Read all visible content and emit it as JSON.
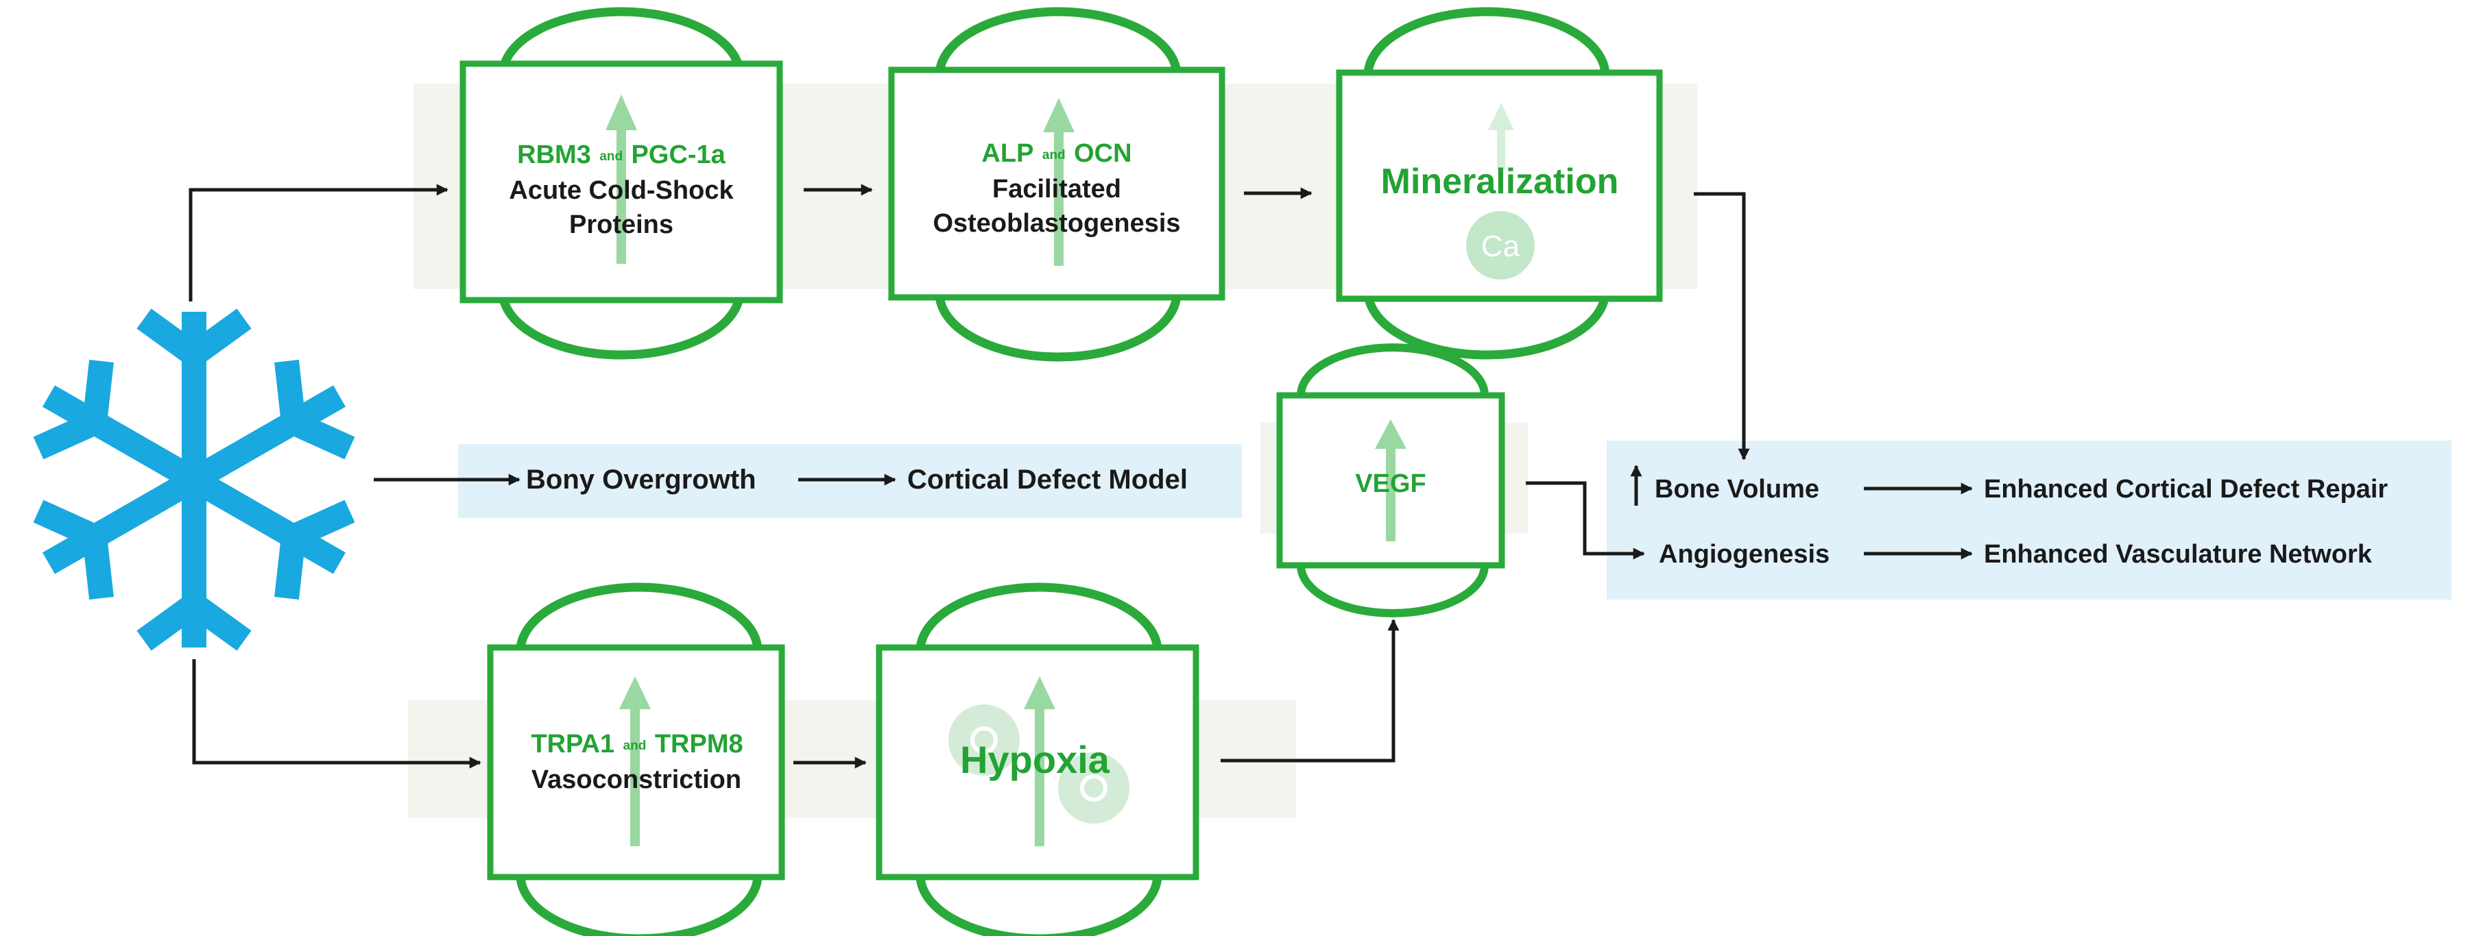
{
  "colors": {
    "green": "#2aaa3a",
    "green_text": "#23a333",
    "light_green": "#9ad8a2",
    "blue": "#19a8df",
    "panel_beige": "#f3f4ee",
    "panel_blue": "#e1f1fa",
    "dark": "#1a1a1a"
  },
  "icons": {
    "cold": "snowflake-icon",
    "increase": "up-arrow-icon",
    "calcium": "calcium-ion-icon",
    "oxygen": "oxygen-molecule-icon"
  },
  "top_row": {
    "box1": {
      "marker_a": "RBM3",
      "conj": "and",
      "marker_b": "PGC-1a",
      "line1": "Acute Cold-Shock",
      "line2": "Proteins"
    },
    "box2": {
      "marker_a": "ALP",
      "conj": "and",
      "marker_b": "OCN",
      "line1": "Facilitated",
      "line2": "Osteoblastogenesis"
    },
    "box3": {
      "title": "Mineralization",
      "ion": "Ca"
    }
  },
  "middle_row": {
    "step1": "Bony Overgrowth",
    "step2": "Cortical Defect Model",
    "vegf": "VEGF"
  },
  "bottom_row": {
    "box1": {
      "marker_a": "TRPA1",
      "conj": "and",
      "marker_b": "TRPM8",
      "line1": "Vasoconstriction"
    },
    "box2": {
      "title": "Hypoxia"
    }
  },
  "outcomes": {
    "bone_volume": "Bone Volume",
    "angiogenesis": "Angiogenesis",
    "repair": "Enhanced Cortical Defect Repair",
    "vasculature": "Enhanced Vasculature Network"
  }
}
